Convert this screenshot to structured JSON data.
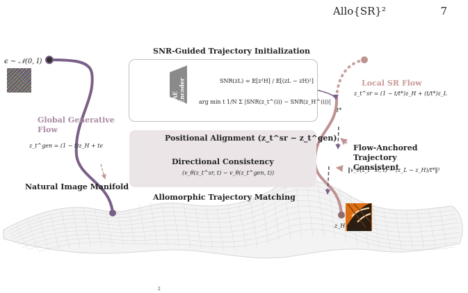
{
  "header": {
    "running_title": "Allo{SR}²",
    "page_number": "7"
  },
  "figure": {
    "noise_equation": "ϵ ∼ 𝒩(0, I)",
    "snr_title": "SNR-Guided Trajectory Initialization",
    "vae_label": "VAE Encoder",
    "snr_formula": "SNR(zL) = 𝔼[z²H] / 𝔼[(zL − zH)²]",
    "argmin_formula": "arg min t 1/N Σ |SNR(z_t^(i)) − SNR(z_H^(i))|",
    "local_title": "Local SR Flow",
    "local_equation": "z_t^sr = (1 − t/t*)z_H + (t/t*)z_L",
    "t_star": "t*",
    "global_title": "Global Generative Flow",
    "global_equation": "z_t^gen = (1 − t)z_H + tϵ",
    "positional_alignment": "Positional Alignment (z_t^sr − z_t^gen)",
    "directional_title": "Directional Consistency",
    "directional_equation": "(v_θ(z_t^sr, t) − v_θ(z_t^gen, t))",
    "allomorphic_title": "Allomorphic Trajectory Matching",
    "flow_anchor_title": "Flow-Anchored Trajectory Consistent",
    "flow_anchor_equation": "‖v_θ(z_t^sr, t) − (z_L − z_H)/t*‖²",
    "manifold_label": "Natural Image Manifold",
    "z_h_label": "z_H",
    "bottom_mark": "2"
  },
  "colors": {
    "global_path": "#7a5f86",
    "local_path": "#c09494",
    "align_panel": "#ece5e8",
    "manifold_grid": "#d0d0d0"
  }
}
